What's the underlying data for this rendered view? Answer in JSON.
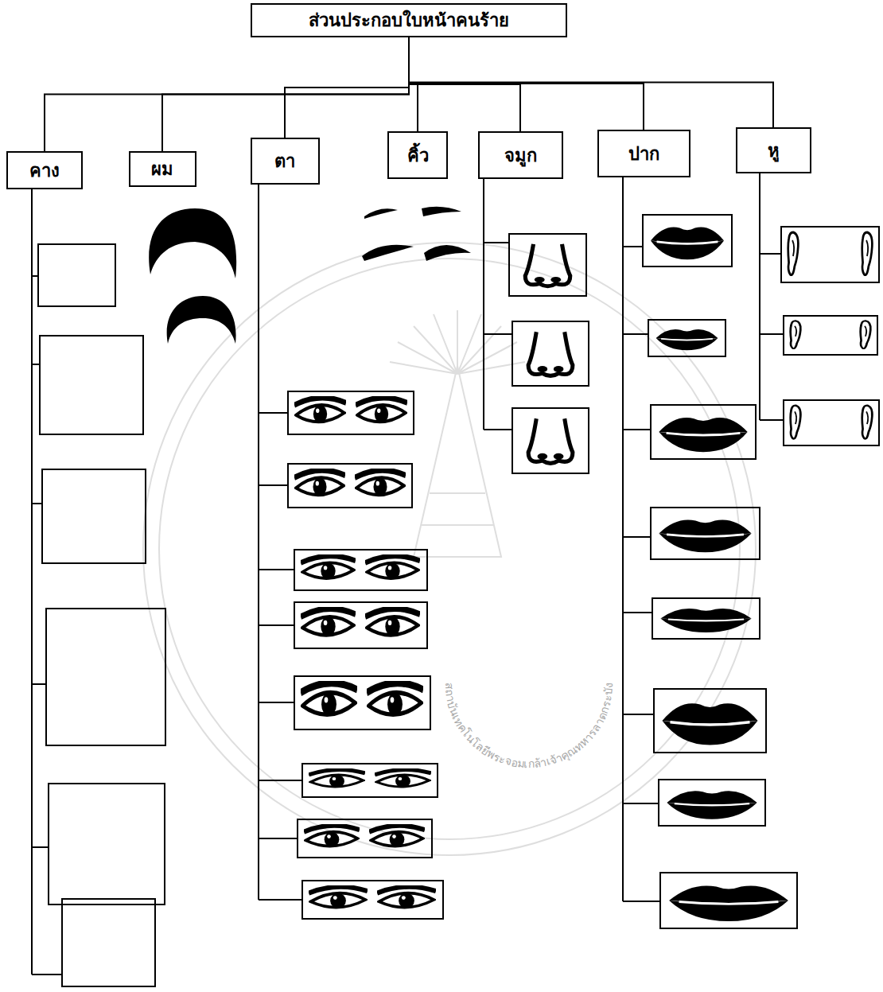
{
  "diagram": {
    "nodes": [
      {
        "text": [
          "ส่วนประกอบใบหน้าคนร้าย"
        ]
      },
      {
        "text": [
          "คาง"
        ]
      },
      {
        "text": [
          "ผม"
        ]
      },
      {
        "text": [
          "ตา"
        ]
      },
      {
        "text": [
          "คิ้ว"
        ]
      },
      {
        "text": [
          "จมูก"
        ]
      },
      {
        "text": [
          "ปาก"
        ]
      },
      {
        "text": [
          "หู"
        ]
      }
    ],
    "edges": [
      {
        "from": 0,
        "to": 1,
        "arrow": "none"
      },
      {
        "from": 0,
        "to": 2,
        "arrow": "none"
      },
      {
        "from": 0,
        "to": 3,
        "arrow": "none"
      },
      {
        "from": 0,
        "to": 4,
        "arrow": "none"
      },
      {
        "from": 0,
        "to": 5,
        "arrow": "none"
      },
      {
        "from": 0,
        "to": 6,
        "arrow": "none"
      },
      {
        "from": 0,
        "to": 7,
        "arrow": "none"
      }
    ],
    "labels": [
      "สถาบันเทคโนโลยีพระจอมเกล้าเจ้าคุณทหารลาดกระบัง"
    ]
  }
}
